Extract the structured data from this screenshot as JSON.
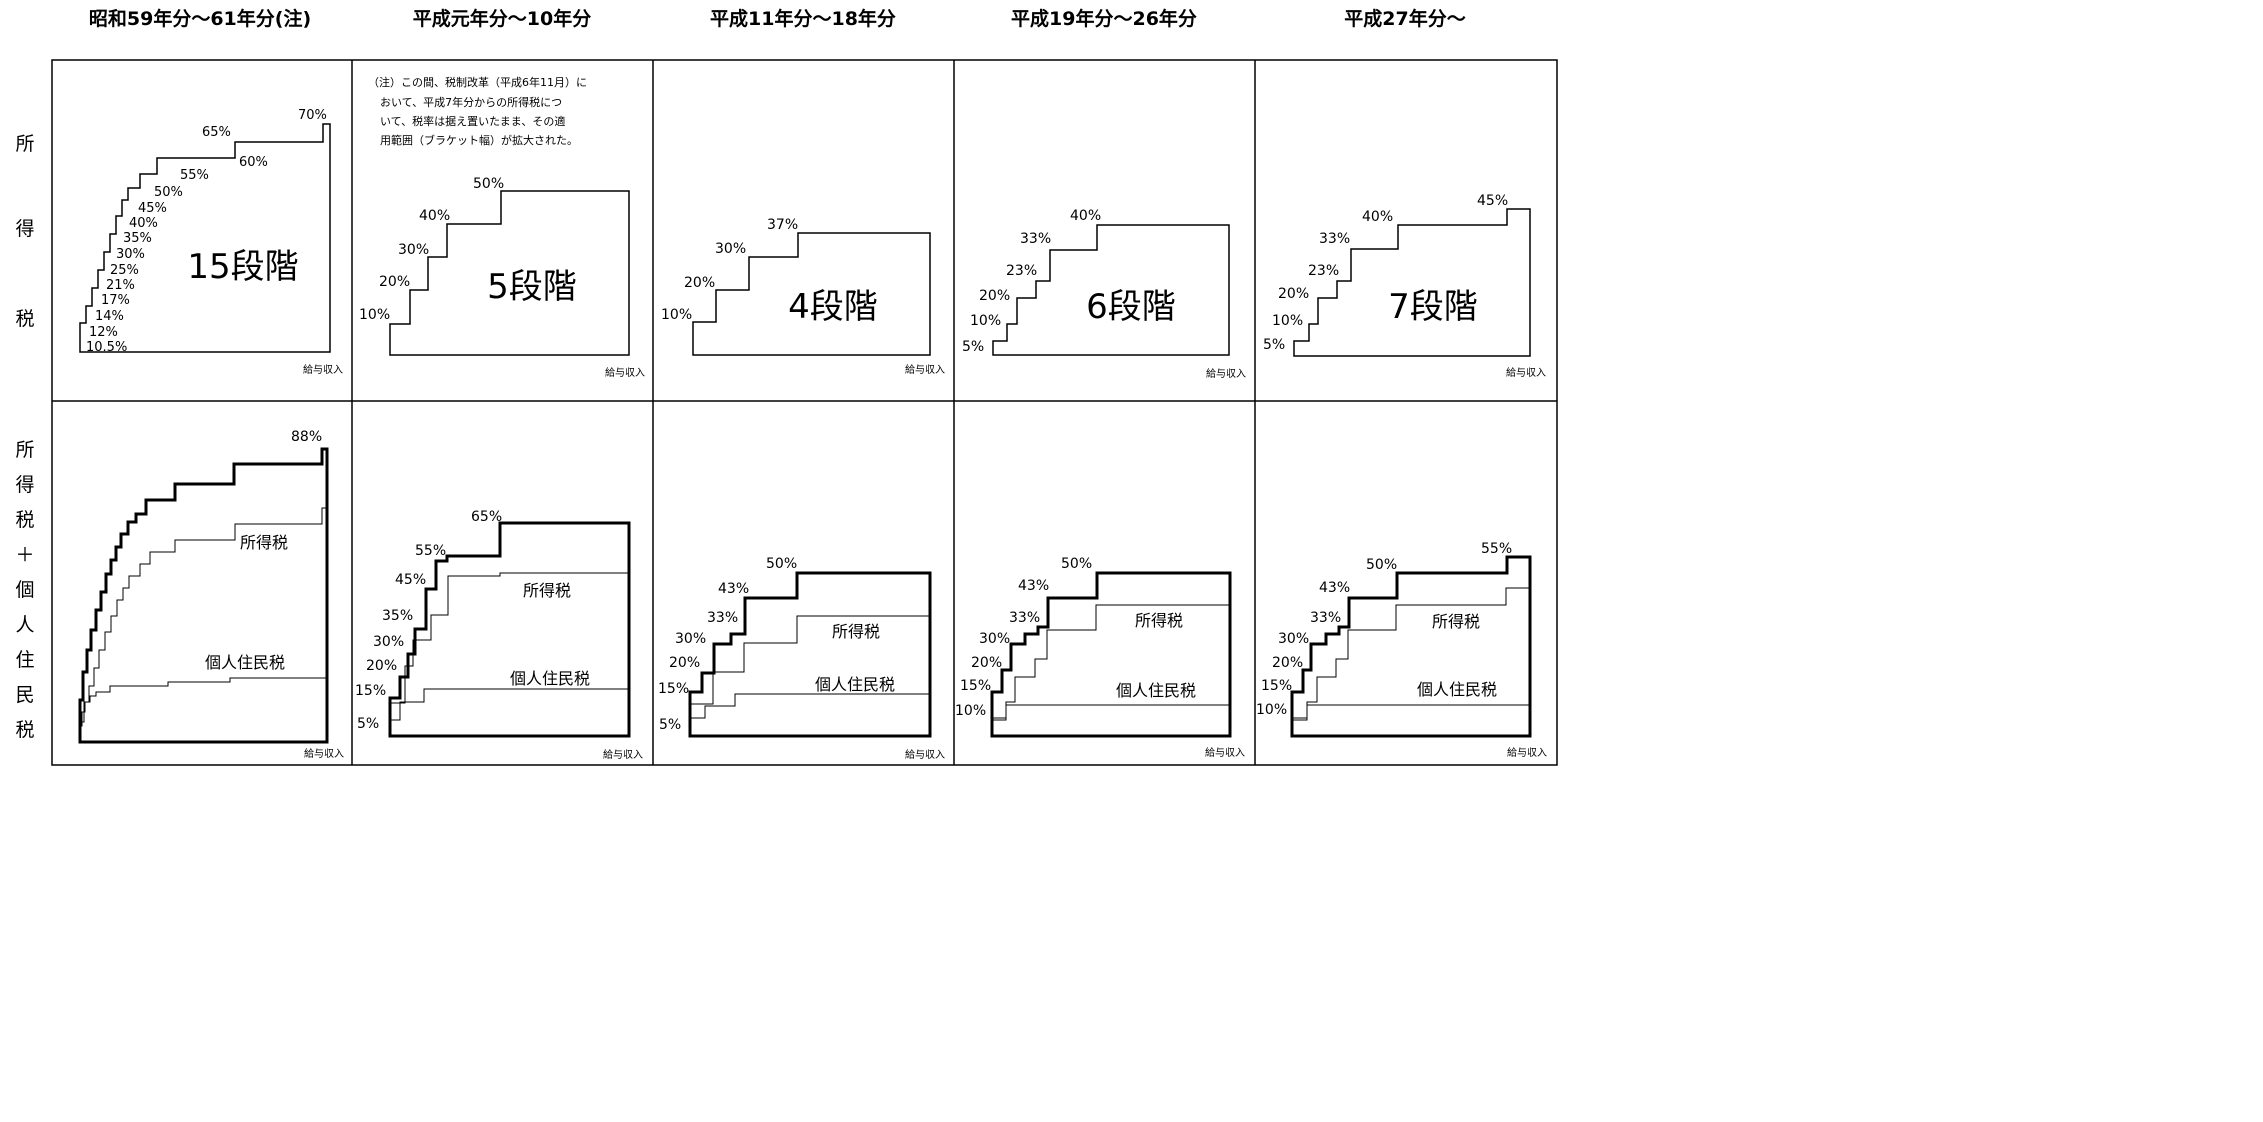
{
  "columns": [
    "昭和59年分～61年分(注)",
    "平成元年分～10年分",
    "平成11年分～18年分",
    "平成19年分～26年分",
    "平成27年分～"
  ],
  "rows": {
    "income_tax": [
      "所",
      "得",
      "税"
    ],
    "combined": [
      "所",
      "得",
      "税",
      "＋",
      "個",
      "人",
      "住",
      "民",
      "税"
    ]
  },
  "x_label": "給与収入",
  "note": [
    "（注）この間、税制改革（平成6年11月）に",
    "おいて、平成7年分からの所得税につ",
    "いて、税率は据え置いたまま、その適",
    "用範囲（ブラケット幅）が拡大された。"
  ],
  "line_labels": {
    "income": "所得税",
    "resident": "個人住民税"
  },
  "chart_data": [
    {
      "type": "line",
      "row": "所得税",
      "column": "昭和59年分～61年分(注)",
      "stages": "15段階",
      "rates": [
        "10.5%",
        "12%",
        "14%",
        "17%",
        "21%",
        "25%",
        "30%",
        "35%",
        "40%",
        "45%",
        "50%",
        "55%",
        "60%",
        "65%",
        "70%"
      ]
    },
    {
      "type": "line",
      "row": "所得税",
      "column": "平成元年分～10年分",
      "stages": "5段階",
      "rates": [
        "10%",
        "20%",
        "30%",
        "40%",
        "50%"
      ]
    },
    {
      "type": "line",
      "row": "所得税",
      "column": "平成11年分～18年分",
      "stages": "4段階",
      "rates": [
        "10%",
        "20%",
        "30%",
        "37%"
      ]
    },
    {
      "type": "line",
      "row": "所得税",
      "column": "平成19年分～26年分",
      "stages": "6段階",
      "rates": [
        "5%",
        "10%",
        "20%",
        "23%",
        "33%",
        "40%"
      ]
    },
    {
      "type": "line",
      "row": "所得税",
      "column": "平成27年分～",
      "stages": "7段階",
      "rates": [
        "5%",
        "10%",
        "20%",
        "23%",
        "33%",
        "40%",
        "45%"
      ]
    },
    {
      "type": "line",
      "row": "所得税＋個人住民税",
      "column": "昭和59年分～61年分(注)",
      "series": [
        "所得税",
        "個人住民税"
      ],
      "rates": [
        "88%"
      ]
    },
    {
      "type": "line",
      "row": "所得税＋個人住民税",
      "column": "平成元年分～10年分",
      "series": [
        "所得税",
        "個人住民税"
      ],
      "rates": [
        "5%",
        "15%",
        "20%",
        "30%",
        "35%",
        "45%",
        "55%",
        "65%"
      ]
    },
    {
      "type": "line",
      "row": "所得税＋個人住民税",
      "column": "平成11年分～18年分",
      "series": [
        "所得税",
        "個人住民税"
      ],
      "rates": [
        "5%",
        "15%",
        "20%",
        "30%",
        "33%",
        "43%",
        "50%"
      ]
    },
    {
      "type": "line",
      "row": "所得税＋個人住民税",
      "column": "平成19年分～26年分",
      "series": [
        "所得税",
        "個人住民税"
      ],
      "rates": [
        "10%",
        "15%",
        "20%",
        "30%",
        "33%",
        "43%",
        "50%"
      ]
    },
    {
      "type": "line",
      "row": "所得税＋個人住民税",
      "column": "平成27年分～",
      "series": [
        "所得税",
        "個人住民税"
      ],
      "rates": [
        "10%",
        "15%",
        "20%",
        "30%",
        "33%",
        "43%",
        "50%",
        "55%"
      ]
    }
  ]
}
